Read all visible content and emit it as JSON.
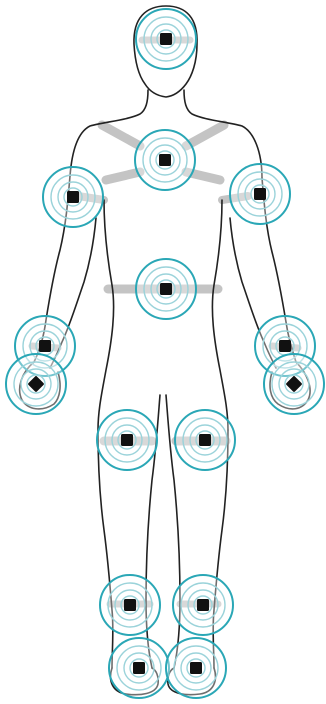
{
  "colors": {
    "outline": "#222222",
    "strap": "#c4c4c4",
    "ring": "#2aa7b6",
    "ring_inner": "#9bd3da",
    "sensor": "#111111",
    "background": "#ffffff"
  },
  "sensors": [
    {
      "name": "head"
    },
    {
      "name": "chest"
    },
    {
      "name": "left-shoulder"
    },
    {
      "name": "right-shoulder"
    },
    {
      "name": "waist"
    },
    {
      "name": "left-wrist"
    },
    {
      "name": "right-wrist"
    },
    {
      "name": "left-hand"
    },
    {
      "name": "right-hand"
    },
    {
      "name": "left-knee"
    },
    {
      "name": "right-knee"
    },
    {
      "name": "left-ankle"
    },
    {
      "name": "right-ankle"
    },
    {
      "name": "left-foot"
    },
    {
      "name": "right-foot"
    }
  ]
}
